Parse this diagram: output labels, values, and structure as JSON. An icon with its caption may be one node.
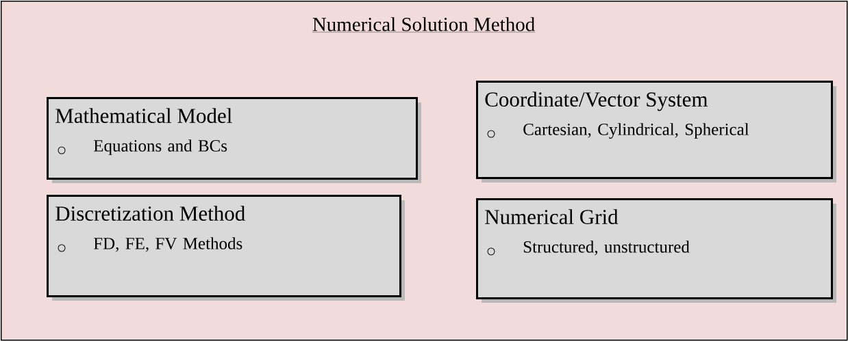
{
  "diagram": {
    "nodes": [
      {
        "text": [
          "Numerical Solution Method"
        ]
      },
      {
        "text": [
          "Mathematical Model",
          "Equations and BCs"
        ],
        "in": 0
      },
      {
        "text": [
          "Coordinate/Vector System",
          "Cartesian, Cylindrical, Spherical"
        ],
        "in": 0
      },
      {
        "text": [
          "Discretization Method",
          "FD, FE, FV Methods"
        ],
        "in": 0
      },
      {
        "text": [
          "Numerical Grid",
          "Structured, unstructured"
        ],
        "in": 0
      }
    ]
  }
}
